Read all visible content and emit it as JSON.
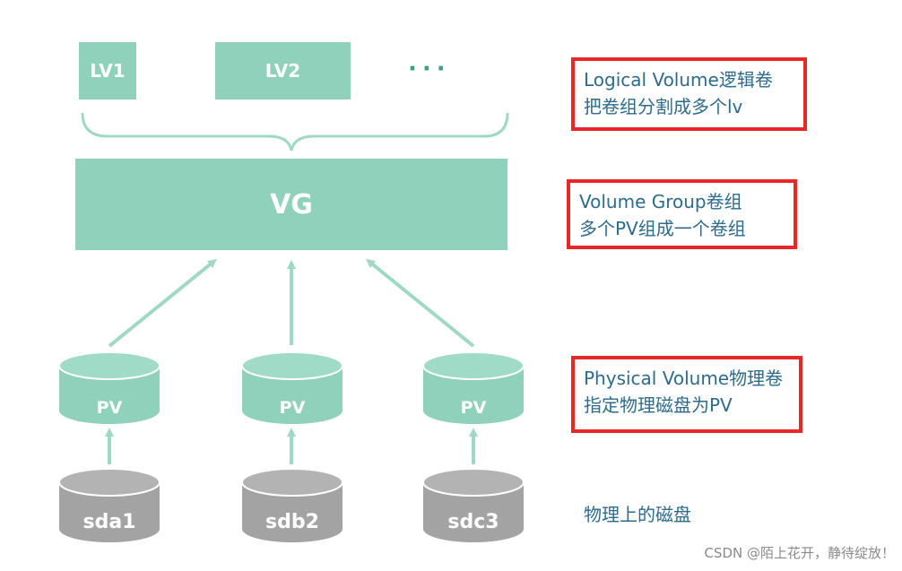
{
  "lv_boxes": {
    "lv1": "LV1",
    "lv2": "LV2",
    "more": "···"
  },
  "vg": {
    "label": "VG"
  },
  "pv_cylinders": [
    {
      "label": "PV"
    },
    {
      "label": "PV"
    },
    {
      "label": "PV"
    }
  ],
  "disks": [
    {
      "label": "sda1"
    },
    {
      "label": "sdb2"
    },
    {
      "label": "sdc3"
    }
  ],
  "notes": {
    "lv": {
      "line1": "Logical Volume逻辑卷",
      "line2": "把卷组分割成多个lv"
    },
    "vg": {
      "line1": "Volume Group卷组",
      "line2": "多个PV组成一个卷组"
    },
    "pv": {
      "line1": "Physical Volume物理卷",
      "line2": "指定物理磁盘为PV"
    },
    "disk": "物理上的磁盘"
  },
  "watermark": "CSDN @陌上花开，静待绽放！",
  "colors": {
    "teal_fill": "#8fd1bb",
    "teal_dark": "#3aa286",
    "arrow": "#9fd8c5",
    "disk_fill": "#a3a3a3",
    "disk_top": "#bdbdbd",
    "note_border": "#e8272b",
    "note_text": "#2e6b8a"
  }
}
